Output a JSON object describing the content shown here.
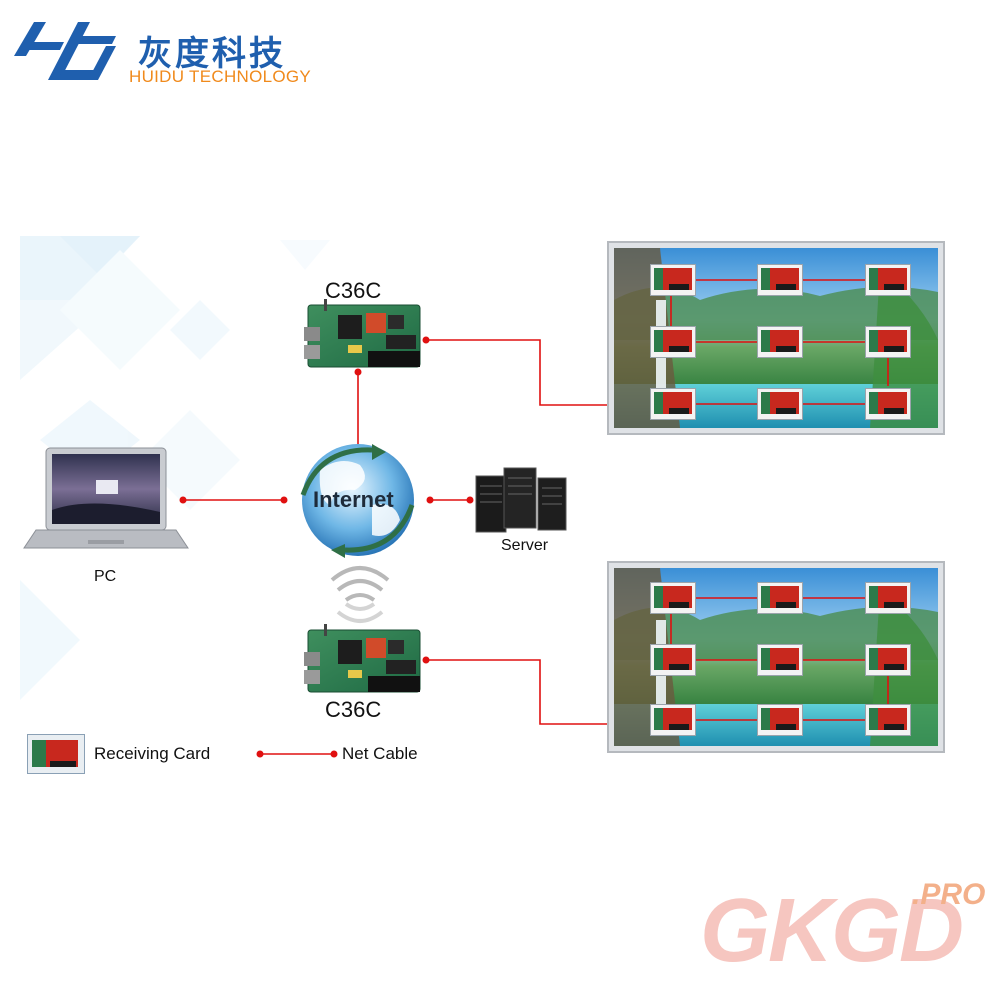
{
  "brand": {
    "name_cn": "灰度科技",
    "name_en": "HUIDU TECHNOLOGY",
    "logo_color": "#1f5fae",
    "accent_color": "#f08a1c"
  },
  "nodes": {
    "controller_top": "C36C",
    "controller_bottom": "C36C",
    "internet": "Internet",
    "server": "Server",
    "pc": "PC"
  },
  "legend": {
    "receiving_card": "Receiving Card",
    "net_cable": "Net Cable"
  },
  "watermark": {
    "main": "GKGD",
    "suffix": ".PRO"
  },
  "colors": {
    "cable": "#e01010",
    "card_red": "#c8281e"
  }
}
